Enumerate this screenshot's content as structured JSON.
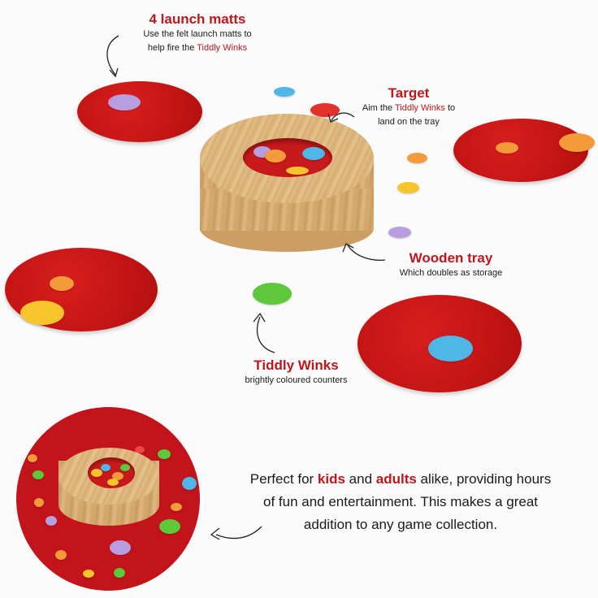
{
  "callouts": {
    "mats": {
      "title": "4 launch matts",
      "sub_before": "Use the felt launch matts to",
      "sub_line2": "help fire the ",
      "sub_highlight": "Tiddly Winks"
    },
    "target": {
      "title": "Target",
      "sub_before": "Aim the ",
      "sub_highlight": "Tiddly Winks",
      "sub_after": " to",
      "sub_line2": "land on the tray"
    },
    "tray": {
      "title": "Wooden tray",
      "sub": "Which doubles as storage"
    },
    "winks": {
      "title": "Tiddly Winks",
      "sub": "brightly coloured counters"
    }
  },
  "promo": {
    "t1": "Perfect for ",
    "k1": "kids",
    "t2": " and ",
    "k2": "adults",
    "t3": " alike, providing hours",
    "line2": "of fun and entertainment. This makes a great",
    "line3": "addition to any game collection."
  },
  "colors": {
    "felt_red": "#c31414",
    "accent_red": "#c0161c",
    "wink_purple": "#b89ee0",
    "wink_orange": "#f39a3a",
    "wink_yellow": "#f7c52b",
    "wink_blue": "#4fb6e8",
    "wink_green": "#5cc83a"
  }
}
